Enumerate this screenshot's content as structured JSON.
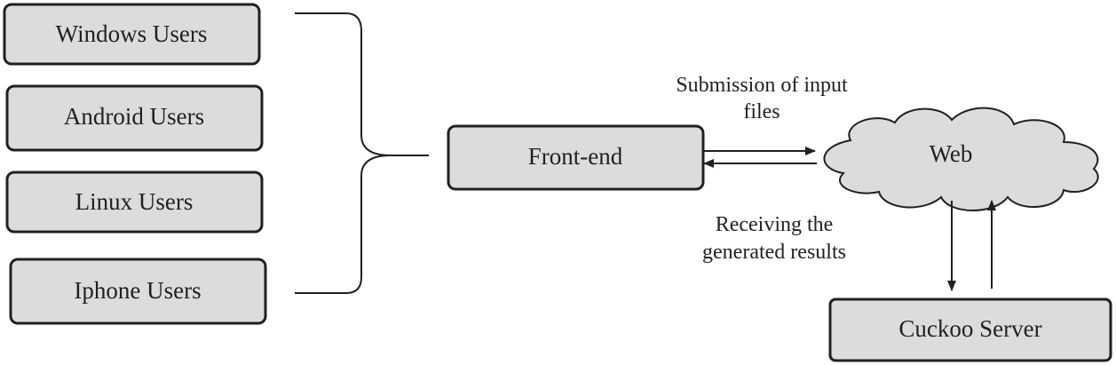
{
  "users": [
    {
      "label": "Windows Users"
    },
    {
      "label": "Android Users"
    },
    {
      "label": "Linux Users"
    },
    {
      "label": "Iphone Users"
    }
  ],
  "frontend": {
    "label": "Front-end"
  },
  "web": {
    "label": "Web"
  },
  "cuckoo": {
    "label": "Cuckoo Server"
  },
  "submission": {
    "line1": "Submission of input",
    "line2": "files"
  },
  "receiving": {
    "line1": "Receiving the",
    "line2": "generated results"
  },
  "colors": {
    "box_fill": "#dcdcdc",
    "stroke": "#231f20"
  }
}
